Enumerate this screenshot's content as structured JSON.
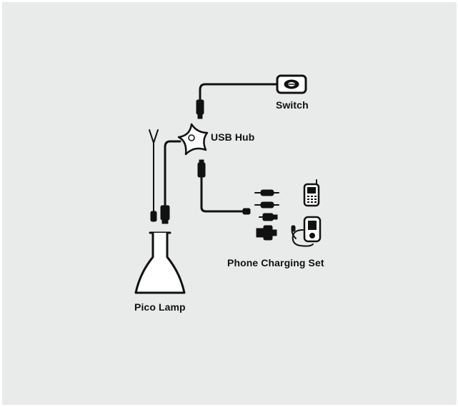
{
  "labels": {
    "switch": "Switch",
    "usb_hub": "USB Hub",
    "phone_charging_set": "Phone Charging Set",
    "pico_lamp": "Pico Lamp"
  },
  "icons": {
    "switch": "switch-icon",
    "usb_hub": "usb-hub-icon",
    "lamp": "lamp-icon",
    "phone": "mobile-phone-icon",
    "media_player": "media-player-icon",
    "connectors": "charging-adapter-icon"
  },
  "colors": {
    "background": "#e9eaea",
    "line": "#111111",
    "fill_light": "#ffffff"
  }
}
